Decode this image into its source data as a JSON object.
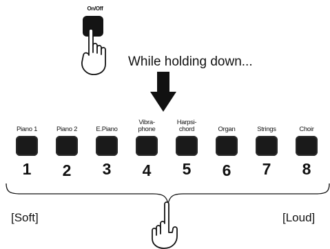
{
  "onoff": {
    "label": "On/Off"
  },
  "instruction": "While holding down...",
  "keys": [
    {
      "label": "Piano 1",
      "number": "1"
    },
    {
      "label": "Piano 2",
      "number": "2"
    },
    {
      "label": "E.Piano",
      "number": "3"
    },
    {
      "label": "Vibra-\nphone",
      "number": "4"
    },
    {
      "label": "Harpsi-\nchord",
      "number": "5"
    },
    {
      "label": "Organ",
      "number": "6"
    },
    {
      "label": "Strings",
      "number": "7"
    },
    {
      "label": "Choir",
      "number": "8"
    }
  ],
  "range": {
    "soft": "[Soft]",
    "loud": "[Loud]"
  },
  "icons": {
    "top_hand": "pointing-hand-icon",
    "bottom_hand": "pointing-hand-icon",
    "arrow": "down-arrow-icon"
  }
}
